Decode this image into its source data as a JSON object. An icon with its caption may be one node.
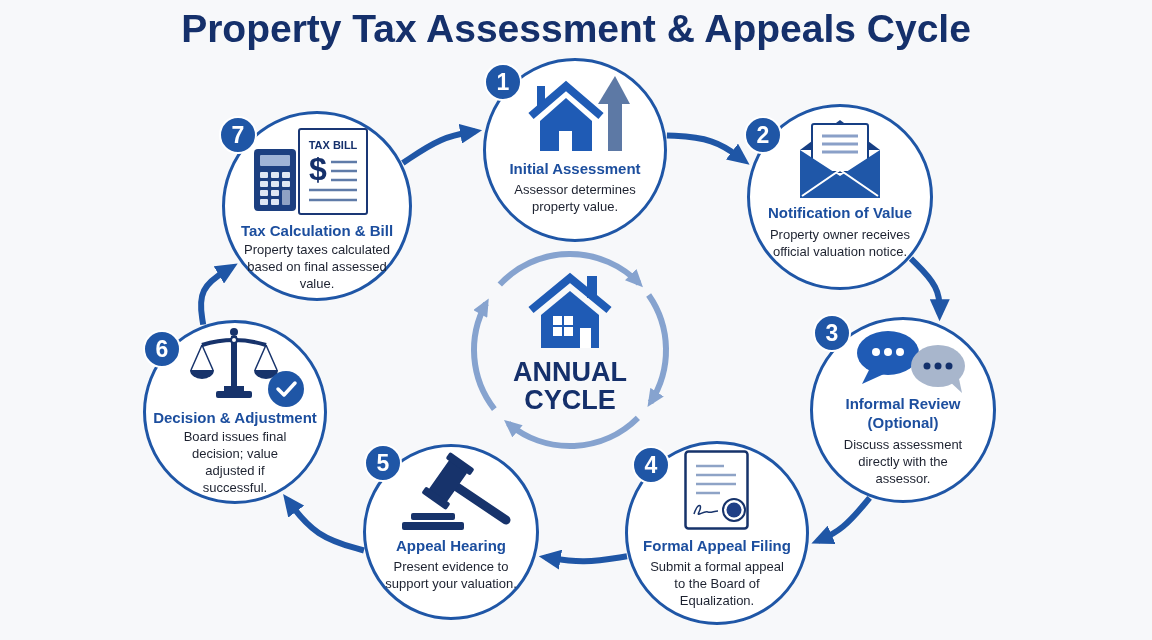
{
  "diagram": {
    "title": "Property Tax Assessment & Appeals Cycle",
    "nodes": [
      {
        "text": [
          "1",
          "Initial Assessment",
          "Assessor determines property value."
        ]
      },
      {
        "text": [
          "2",
          "Notification of Value",
          "Property owner receives official valuation notice."
        ]
      },
      {
        "text": [
          "3",
          "Informal Review (Optional)",
          "Discuss assessment directly with the assessor."
        ]
      },
      {
        "text": [
          "4",
          "Formal Appeal Filing",
          "Submit a formal appeal to the Board of Equalization."
        ]
      },
      {
        "text": [
          "5",
          "Appeal Hearing",
          "Present evidence to support your valuation."
        ]
      },
      {
        "text": [
          "6",
          "Decision & Adjustment",
          "Board issues final decision; value adjusted if successful."
        ]
      },
      {
        "text": [
          "7",
          "Tax Calculation & Bill",
          "Property taxes calculated based on final assessed value."
        ]
      },
      {
        "text": [
          "TAX BILL",
          "$"
        ],
        "in": 6
      },
      {
        "text": [
          "ANNUAL CYCLE"
        ]
      }
    ],
    "edges": [
      {
        "from": 6,
        "to": 0,
        "arrow": "to"
      },
      {
        "from": 0,
        "to": 1,
        "arrow": "to"
      },
      {
        "from": 1,
        "to": 2,
        "arrow": "to"
      },
      {
        "from": 2,
        "to": 3,
        "arrow": "to"
      },
      {
        "from": 3,
        "to": 4,
        "arrow": "to"
      },
      {
        "from": 4,
        "to": 5,
        "arrow": "to"
      },
      {
        "from": 5,
        "to": 6,
        "arrow": "to"
      }
    ]
  }
}
